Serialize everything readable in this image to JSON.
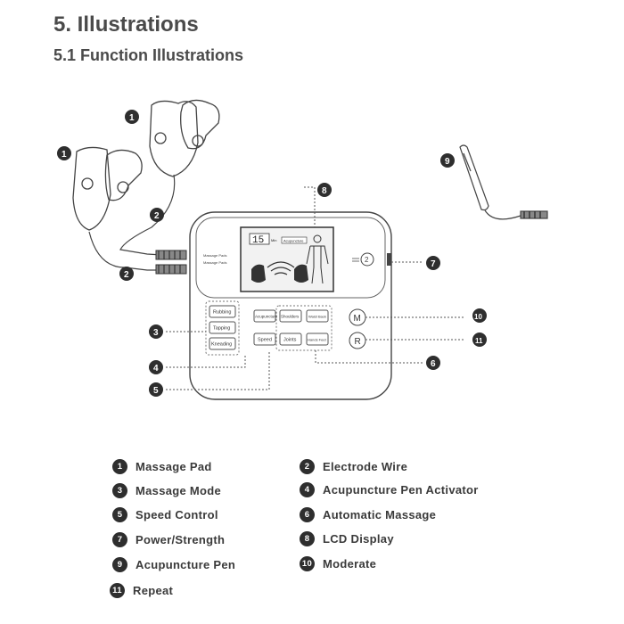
{
  "heading": "5. Illustrations",
  "subheading": "5.1 Function Illustrations",
  "device": {
    "lcd_number": "15",
    "lcd_unit": "Min",
    "lcd_mode": "Acupuncture",
    "side_labels": [
      "Massage Pads",
      "Massage Pads"
    ],
    "mode_buttons": [
      "Rubbing",
      "Tapping",
      "Kneading"
    ],
    "auto_buttons": [
      "Acupuncture",
      "Shoulders",
      "Waist Back",
      "Speed",
      "Joints",
      "Hands Feet"
    ],
    "round_buttons": [
      "M",
      "R"
    ],
    "knob_label": "2"
  },
  "callouts": [
    "1",
    "1",
    "2",
    "2",
    "3",
    "4",
    "5",
    "6",
    "7",
    "8",
    "9",
    "10",
    "11"
  ],
  "legend": [
    {
      "num": "1",
      "label": "Massage Pad"
    },
    {
      "num": "2",
      "label": "Electrode Wire"
    },
    {
      "num": "3",
      "label": "Massage Mode"
    },
    {
      "num": "4",
      "label": "Acupuncture Pen Activator"
    },
    {
      "num": "5",
      "label": "Speed Control"
    },
    {
      "num": "6",
      "label": "Automatic Massage"
    },
    {
      "num": "7",
      "label": "Power/Strength"
    },
    {
      "num": "8",
      "label": "LCD Display"
    },
    {
      "num": "9",
      "label": "Acupuncture Pen"
    },
    {
      "num": "10",
      "label": "Moderate"
    },
    {
      "num": "11",
      "label": "Repeat"
    }
  ]
}
